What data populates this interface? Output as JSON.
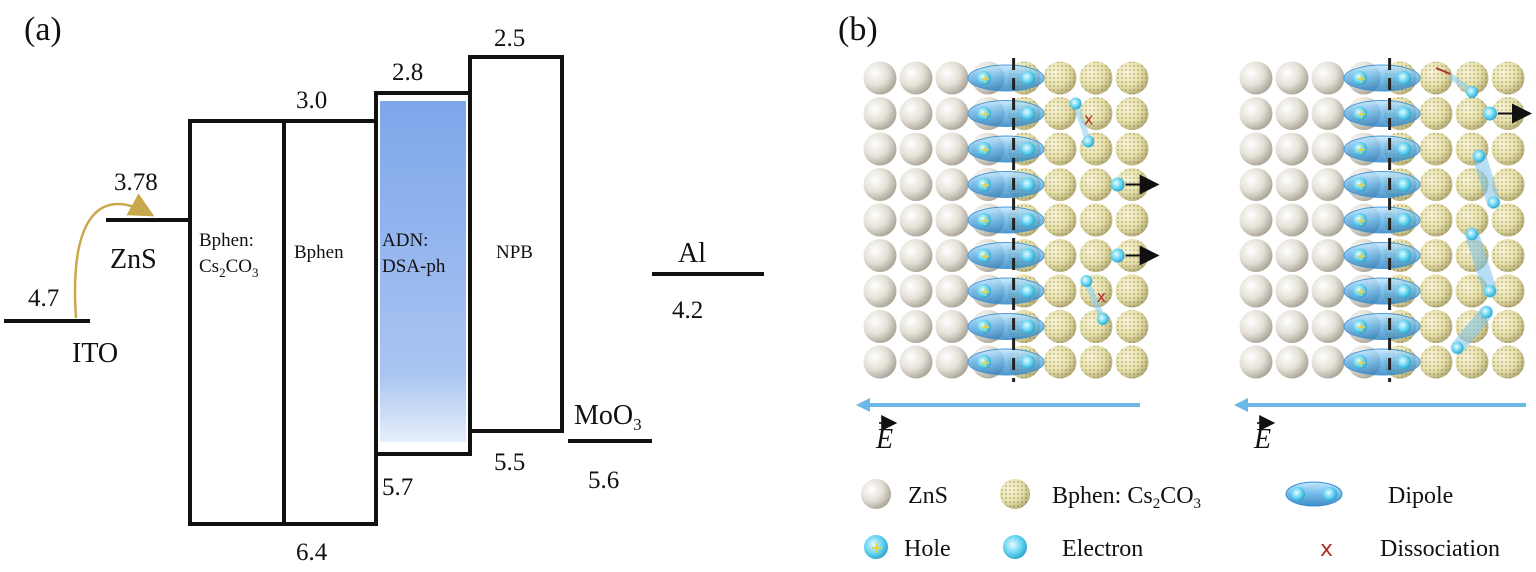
{
  "panel_a": {
    "label": "(a)",
    "values": {
      "ito": "4.7",
      "zns": "3.78",
      "bphen_cs_top": "3.0",
      "adn_top": "2.8",
      "npb_top": "2.5",
      "al": "4.2",
      "bphen_bottom": "6.4",
      "adn_bottom": "5.7",
      "npb_bottom": "5.5",
      "moo3": "5.6"
    },
    "labels": {
      "ito": "ITO",
      "zns": "ZnS",
      "bphen_cs_line1": "Bphen:",
      "bphen_cs_line2_main": "Cs",
      "bphen_cs_line2_sub1": "2",
      "bphen_cs_line2_mid": "CO",
      "bphen_cs_line2_sub2": "3",
      "bphen": "Bphen",
      "adn_line1": "ADN:",
      "adn_line2": "DSA-ph",
      "npb": "NPB",
      "al": "Al",
      "moo3_main": "MoO",
      "moo3_sub": "3"
    },
    "colors": {
      "adn_fill": "#8fb3ee",
      "arrow": "#c8a84a"
    }
  },
  "panel_b": {
    "label": "(b)",
    "field_symbol": "E",
    "legend": {
      "zns": "ZnS",
      "bphen_main": "Bphen: Cs",
      "bphen_sub1": "2",
      "bphen_mid": "CO",
      "bphen_sub2": "3",
      "dipole": "Dipole",
      "hole": "Hole",
      "electron": "Electron",
      "dissociation": "Dissociation"
    },
    "colors": {
      "field_arrow": "#6cb8e6",
      "dissociation": "#b03030",
      "dipole": "#5ab4e8"
    }
  }
}
